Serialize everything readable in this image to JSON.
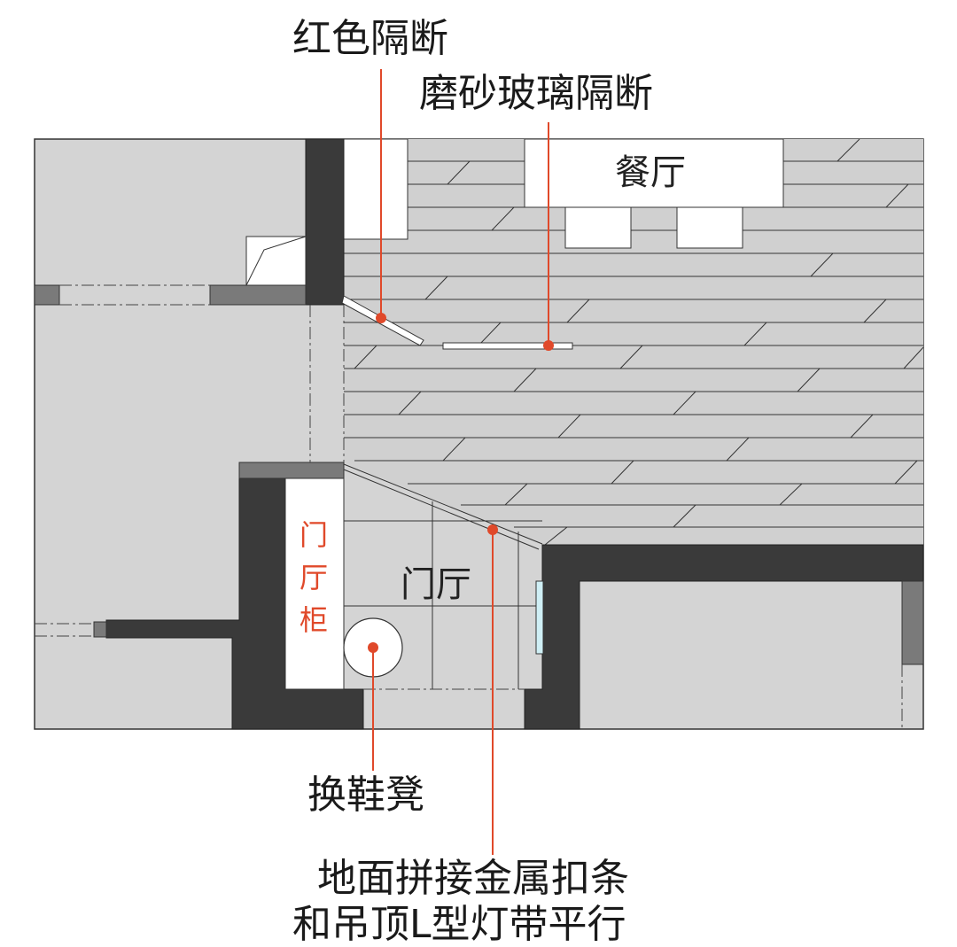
{
  "callouts": {
    "red_partition": "红色隔断",
    "frosted_glass_partition": "磨砂玻璃隔断",
    "shoe_bench": "换鞋凳",
    "floor_metal_strip_line1": "地面拼接金属扣条",
    "floor_metal_strip_line2": "和吊顶L型灯带平行"
  },
  "rooms": {
    "dining": "餐厅",
    "entrance": "门厅",
    "entrance_cabinet_chars": [
      "门",
      "厅",
      "柜"
    ]
  },
  "colors": {
    "accent": "#e0492a",
    "wall": "#3a3a3a",
    "floor": "#d4d4d4",
    "wood_floor": "#d0d0d0",
    "gray_block": "#7a7a7a",
    "glass": "#cfeff5"
  }
}
